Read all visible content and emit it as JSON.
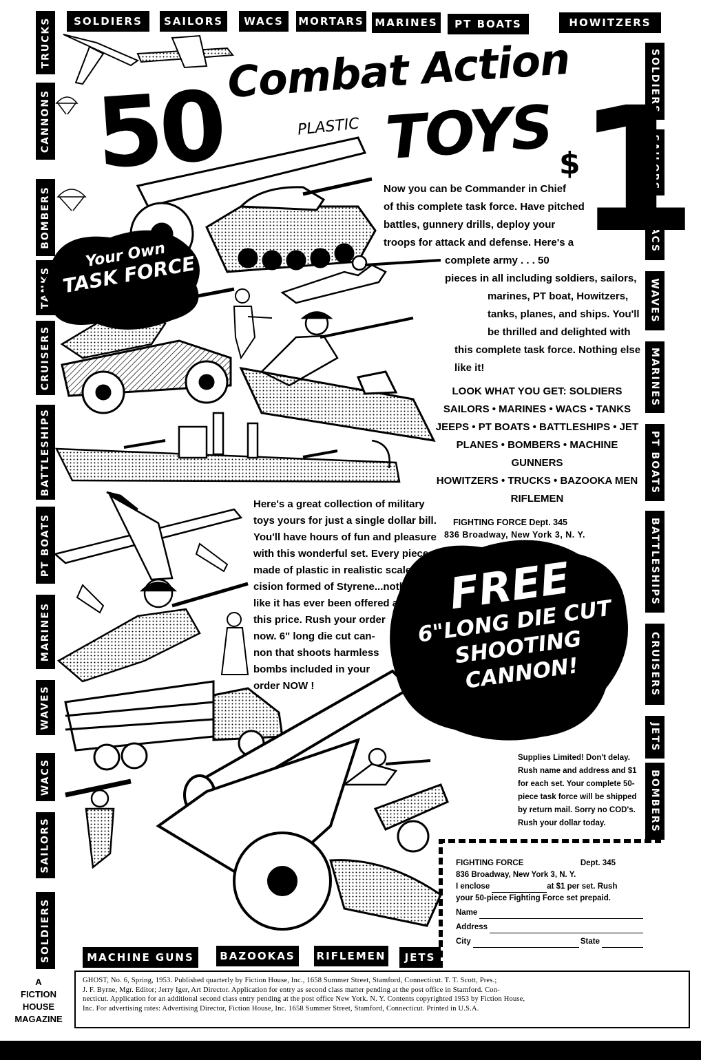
{
  "top_tags": [
    "SOLDIERS",
    "SAILORS",
    "WACS",
    "MORTARS",
    "MARINES",
    "PT BOATS",
    "HOWITZERS"
  ],
  "left_tags": [
    "TRUCKS",
    "CANNONS",
    "BOMBERS",
    "TANKS",
    "CRUISERS",
    "BATTLESHIPS",
    "PT BOATS",
    "MARINES",
    "WAVES",
    "WACS",
    "SAILORS",
    "SOLDIERS"
  ],
  "right_tags": [
    "SOLDIERS",
    "SAILORS",
    "WACS",
    "WAVES",
    "MARINES",
    "PT BOATS",
    "BATTLESHIPS",
    "CRUISERS",
    "JETS",
    "BOMBERS"
  ],
  "bottom_tags": [
    "MACHINE GUNS",
    "BAZOOKAS",
    "RIFLEMEN",
    "JETS"
  ],
  "headline": {
    "number": "50",
    "line1": "Combat Action",
    "plastic": "PLASTIC",
    "toys": "TOYS",
    "price_symbol": "$",
    "price": "1"
  },
  "task_force_badge": {
    "line1": "Your Own",
    "line2": "TASK FORCE"
  },
  "intro_paragraph": [
    "Now you can be Commander in Chief",
    "of this complete task force. Have pitched",
    "battles, gunnery drills, deploy your",
    "troops for attack and defense. Here's a",
    "complete army . . . 50",
    "pieces in all including soldiers, sailors,",
    "marines, PT boat, Howitzers,",
    "tanks, planes, and ships. You'll",
    "be thrilled and delighted with",
    "this complete task force. Nothing else",
    "like it!"
  ],
  "look_list": [
    "LOOK WHAT YOU GET: SOLDIERS",
    "SAILORS • MARINES • WACS • TANKS",
    "JEEPS • PT BOATS • BATTLESHIPS • JET",
    "PLANES • BOMBERS • MACHINE GUNNERS",
    "HOWITZERS • TRUCKS • BAZOOKA MEN",
    "RIFLEMEN"
  ],
  "collection_paragraph": [
    "Here's a great collection of military",
    "toys yours for just a single dollar bill.",
    "You'll have hours of fun and pleasure",
    "with this wonderful set. Every piece",
    "made of plastic in realistic scale. Pre-",
    "cision formed of Styrene...nothing",
    "like it has ever been offered at",
    "this price. Rush your order",
    "now. 6\" long die cut can-",
    "non that shoots harmless",
    "bombs included in your",
    "order NOW !"
  ],
  "address": {
    "dept_line": "FIGHTING FORCE Dept. 345",
    "street_line": "836 Broadway, New York 3, N. Y."
  },
  "free_burst": {
    "line1": "FREE",
    "line2": "6\"LONG DIE CUT",
    "line3": "SHOOTING",
    "line4": "CANNON!"
  },
  "supplies_note": [
    "Supplies Limited! Don't delay.",
    "Rush name and address and $1",
    "for each set. Your complete 50-",
    "piece task force will be shipped",
    "by return mail. Sorry no COD's.",
    "Rush your dollar today."
  ],
  "coupon": {
    "company": "FIGHTING FORCE",
    "dept": "Dept. 345",
    "street": "836 Broadway, New York 3, N. Y.",
    "enclose_label": "I enclose",
    "enclose_suffix": "at $1 per set. Rush",
    "line2": "your 50-piece Fighting Force set prepaid.",
    "name_label": "Name",
    "address_label": "Address",
    "city_label": "City",
    "state_label": "State"
  },
  "publisher_badge": [
    "A",
    "FICTION",
    "HOUSE",
    "MAGAZINE"
  ],
  "indicia": [
    "GHOST, No. 6, Spring, 1953. Published quarterly by Fiction House, Inc., 1658 Summer Street, Stamford, Connecticut. T. T. Scott, Pres.;",
    "J. F. Byrne, Mgr. Editor; Jerry Iger, Art Director. Application for entry as second class matter pending at the post office in Stamford. Con-",
    "necticut. Application for an additional second class entry pending at the post office New York. N. Y. Contents copyrighted 1953 by Fiction House,",
    "Inc. For advertising rates: Advertising Director, Fiction House, Inc. 1658 Summer Street, Stamford, Connecticut. Printed in U.S.A."
  ]
}
